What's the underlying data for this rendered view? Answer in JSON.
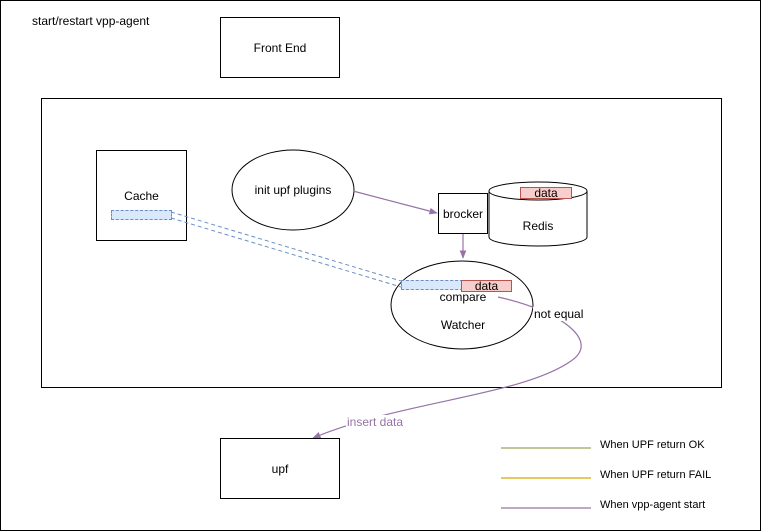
{
  "title": "start/restart vpp-agent",
  "nodes": {
    "front_end": "Front End",
    "cache": "Cache",
    "init_plugins": "init upf plugins",
    "brocker": "brocker",
    "redis": "Redis",
    "redis_data": "data",
    "watcher": "Watcher",
    "compare": "compare",
    "watcher_data": "data",
    "upf": "upf"
  },
  "edges": {
    "not_equal": "not equal",
    "insert_data": "insert data"
  },
  "legend": [
    {
      "label": "When UPF return OK",
      "color": "#9aa85c"
    },
    {
      "label": "When UPF return FAIL",
      "color": "#d4aa00"
    },
    {
      "label": "When vpp-agent start",
      "color": "#9673a6"
    }
  ],
  "colors": {
    "flow": "#9673a6",
    "data_fill": "#f8cecc",
    "data_stroke": "#b85450",
    "cache_fill": "#dae8fc",
    "cache_stroke": "#6c8ebf"
  }
}
